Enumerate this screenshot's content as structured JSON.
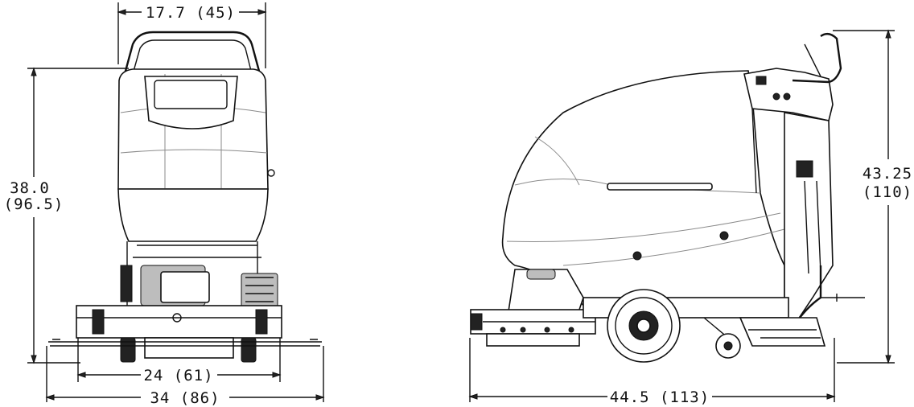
{
  "dimensions": {
    "front_top_width": "17.7 (45)",
    "front_height_value": "38.0",
    "front_height_metric": "(96.5)",
    "front_inner_width": "24 (61)",
    "front_overall_width": "34 (86)",
    "side_length": "44.5 (113)",
    "side_height_value": "43.25",
    "side_height_metric": "(110)"
  }
}
